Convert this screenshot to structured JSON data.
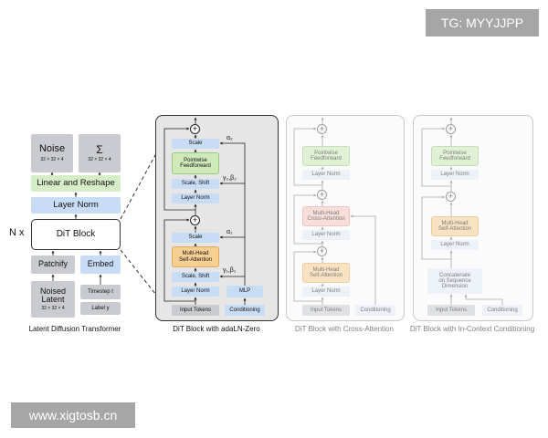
{
  "watermark_top": "TG: MYYJJPP",
  "watermark_bottom": "www.xigtosb.cn",
  "left": {
    "noise": {
      "label": "Noise",
      "dims": "32 × 32 × 4"
    },
    "sigma": {
      "label": "Σ",
      "dims": "32 × 32 × 4"
    },
    "linear_reshape": "Linear and Reshape",
    "layer_norm": "Layer Norm",
    "nx": "N x",
    "dit_block": "DiT Block",
    "patchify": "Patchify",
    "embed": "Embed",
    "noised_latent": {
      "line1": "Noised",
      "line2": "Latent",
      "dims": "32 × 32 × 4"
    },
    "timestep": "Timestep t",
    "label": "Label y",
    "caption": "Latent Diffusion Transformer"
  },
  "adaln": {
    "scale_top": "Scale",
    "ff": {
      "line1": "Pointwise",
      "line2": "Feedforward"
    },
    "scale_shift_2": "Scale, Shift",
    "layer_norm_2": "Layer Norm",
    "scale_mid": "Scale",
    "msa": {
      "line1": "Multi-Head",
      "line2": "Self-Attention"
    },
    "scale_shift_1": "Scale, Shift",
    "layer_norm_1": "Layer Norm",
    "mlp": "MLP",
    "input_tokens": "Input Tokens",
    "conditioning": "Conditioning",
    "alpha2": "α₂",
    "gb2": "γ₂,β₂",
    "alpha1": "α₁",
    "gb1": "γ₁,β₁",
    "plus": "+",
    "caption": "DiT Block with adaLN-Zero"
  },
  "cross": {
    "ff": {
      "line1": "Pointwise",
      "line2": "Feedforward"
    },
    "layer_norm_3": "Layer Norm",
    "mhca": {
      "line1": "Multi-Head",
      "line2": "Cross-Attention"
    },
    "layer_norm_2": "Layer Norm",
    "msa": {
      "line1": "Multi-Head",
      "line2": "Self-Attention"
    },
    "layer_norm_1": "Layer Norm",
    "input_tokens": "Input Tokens",
    "conditioning": "Conditioning",
    "plus": "+",
    "caption": "DiT Block with Cross-Attention"
  },
  "incontext": {
    "ff": {
      "line1": "Pointwise",
      "line2": "Feedforward"
    },
    "layer_norm_2": "Layer Norm",
    "msa": {
      "line1": "Multi-Head",
      "line2": "Self-Attention"
    },
    "layer_norm_1": "Layer Norm",
    "concat": {
      "line1": "Concatenate",
      "line2": "on Sequence",
      "line3": "Dimension"
    },
    "input_tokens": "Input Tokens",
    "conditioning": "Conditioning",
    "plus": "+",
    "caption": "DiT Block with In-Context Conditioning"
  }
}
